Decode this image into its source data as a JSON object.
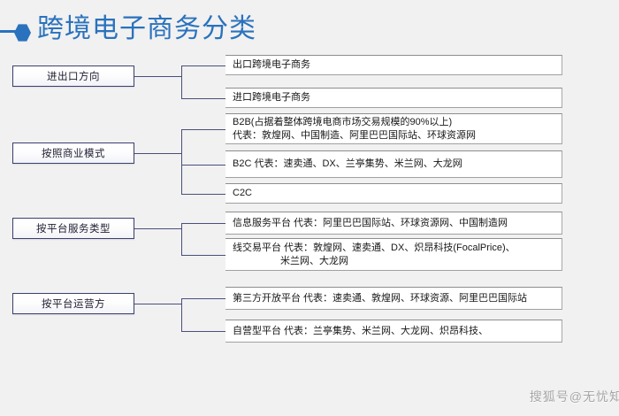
{
  "page": {
    "background_color": "#f1f1f1",
    "accent_color": "#2a72bd",
    "connector_color": "#4a4f7c",
    "title": "跨境电子商务分类"
  },
  "watermark": {
    "text": "搜狐号@无忧知"
  },
  "branches": [
    {
      "id": "import-export-direction",
      "label": "进出口方向",
      "items": [
        {
          "id": "export-cross-border-ecommerce",
          "lines": [
            "出口跨境电子商务"
          ]
        },
        {
          "id": "import-cross-border-ecommerce",
          "lines": [
            "进口跨境电子商务"
          ]
        }
      ]
    },
    {
      "id": "by-business-model",
      "label": "按照商业模式",
      "items": [
        {
          "id": "b2b",
          "lines": [
            "B2B(占据着整体跨境电商市场交易规模的90%以上)",
            "代表：敦煌网、中国制造、阿里巴巴国际站、环球资源网"
          ]
        },
        {
          "id": "b2c",
          "lines": [
            "B2C  代表：速卖通、DX、兰亭集势、米兰网、大龙网"
          ]
        },
        {
          "id": "c2c",
          "lines": [
            "C2C"
          ]
        }
      ]
    },
    {
      "id": "by-platform-service-type",
      "label": "按平台服务类型",
      "items": [
        {
          "id": "information-service-platform",
          "lines": [
            "信息服务平台 代表：阿里巴巴国际站、环球资源网、中国制造网"
          ]
        },
        {
          "id": "online-trading-platform",
          "lines": [
            "线交易平台   代表：敦煌网、速卖通、DX、炽昂科技(FocalPrice)、",
            "米兰网、大龙网"
          ]
        }
      ]
    },
    {
      "id": "by-platform-operator",
      "label": "按平台运营方",
      "items": [
        {
          "id": "third-party-open-platform",
          "lines": [
            "第三方开放平台 代表：速卖通、敦煌网、环球资源、阿里巴巴国际站"
          ]
        },
        {
          "id": "self-operated-platform",
          "lines": [
            "自营型平台    代表：兰亭集势、米兰网、大龙网、炽昂科技、"
          ]
        }
      ]
    }
  ]
}
